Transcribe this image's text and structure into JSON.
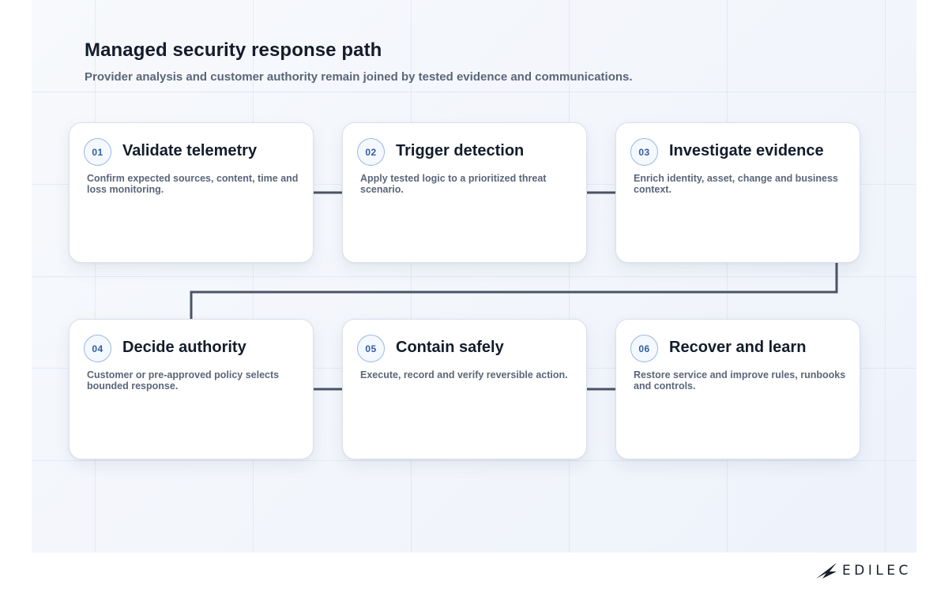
{
  "header": {
    "title": "Managed security response path",
    "subtitle": "Provider analysis and customer authority remain joined by tested evidence and communications."
  },
  "steps": [
    {
      "number": "01",
      "title": "Validate telemetry",
      "description": "Confirm expected sources, content, time and loss monitoring."
    },
    {
      "number": "02",
      "title": "Trigger detection",
      "description": "Apply tested logic to a prioritized threat scenario."
    },
    {
      "number": "03",
      "title": "Investigate evidence",
      "description": "Enrich identity, asset, change and business context."
    },
    {
      "number": "04",
      "title": "Decide authority",
      "description": "Customer or pre-approved policy selects bounded response."
    },
    {
      "number": "05",
      "title": "Contain safely",
      "description": "Execute, record and verify reversible action."
    },
    {
      "number": "06",
      "title": "Recover and learn",
      "description": "Restore service and improve rules, runbooks and controls."
    }
  ],
  "brand": {
    "name": "EDILEC",
    "logo_icon": "edilec-wing-logo"
  },
  "colors": {
    "connector": "#4a5466",
    "badge_border": "#9bb7e2",
    "badge_text": "#2f5d9f",
    "title": "#131c2b"
  }
}
